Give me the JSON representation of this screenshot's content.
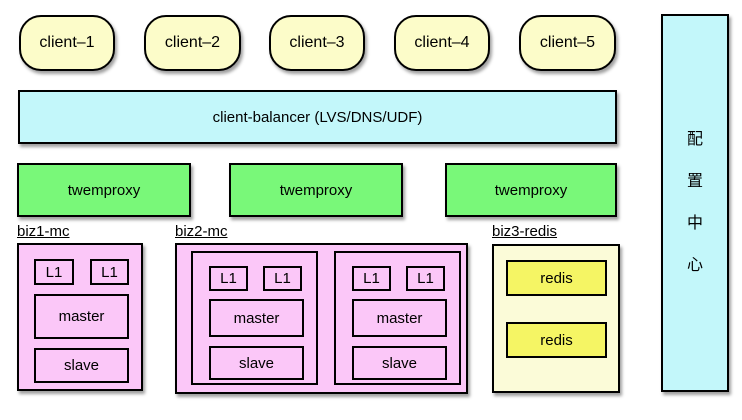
{
  "clients": [
    {
      "label": "client–1"
    },
    {
      "label": "client–2"
    },
    {
      "label": "client–3"
    },
    {
      "label": "client–4"
    },
    {
      "label": "client–5"
    }
  ],
  "balancer": {
    "label": "client-balancer (LVS/DNS/UDF)"
  },
  "proxies": [
    {
      "label": "twemproxy"
    },
    {
      "label": "twemproxy"
    },
    {
      "label": "twemproxy"
    }
  ],
  "groups": {
    "biz1": {
      "label": "biz1-mc",
      "l1": [
        "L1",
        "L1"
      ],
      "master": "master",
      "slave": "slave"
    },
    "biz2": {
      "label": "biz2-mc",
      "shards": [
        {
          "l1": [
            "L1",
            "L1"
          ],
          "master": "master",
          "slave": "slave"
        },
        {
          "l1": [
            "L1",
            "L1"
          ],
          "master": "master",
          "slave": "slave"
        }
      ]
    },
    "biz3": {
      "label": "biz3-redis",
      "nodes": [
        "redis",
        "redis"
      ]
    }
  },
  "config_center": {
    "label": "配置中心",
    "chars": [
      "配",
      "置",
      "中",
      "心"
    ]
  },
  "colors": {
    "client_fill": "#FCFCC9",
    "balancer_fill": "#C3F7FA",
    "proxy_fill": "#79F879",
    "mc_fill": "#FBC7F8",
    "redis_group_fill": "#FBFBD8",
    "redis_fill": "#F5F564",
    "border": "#000000",
    "background": "#FFFFFF"
  }
}
